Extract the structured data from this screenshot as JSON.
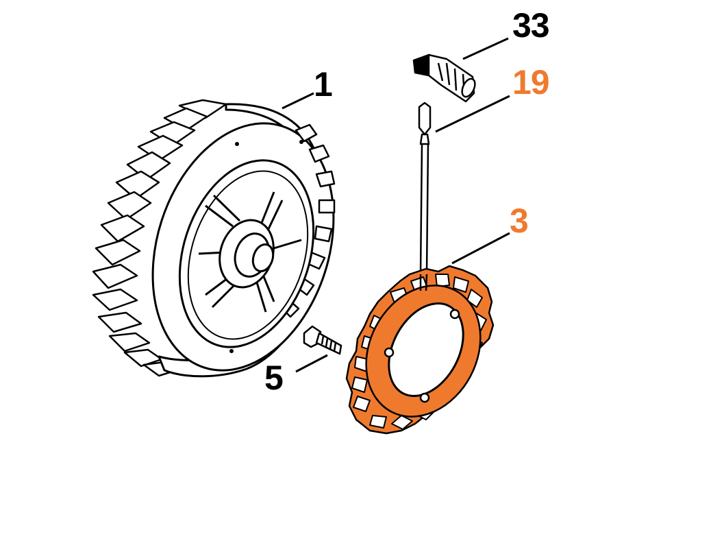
{
  "colors": {
    "line": "#000000",
    "highlight": "#ef7a2e",
    "label_default": "#000000",
    "label_highlight": "#ef7a2e",
    "background": "#ffffff"
  },
  "callouts": {
    "part_33": {
      "label": "33",
      "highlighted": false
    },
    "part_19": {
      "label": "19",
      "highlighted": true
    },
    "part_1": {
      "label": "1",
      "highlighted": false
    },
    "part_3": {
      "label": "3",
      "highlighted": true
    },
    "part_5": {
      "label": "5",
      "highlighted": false
    }
  },
  "parts": [
    {
      "number": "1",
      "depicts": "flywheel-icon"
    },
    {
      "number": "3",
      "depicts": "stator-icon"
    },
    {
      "number": "5",
      "depicts": "screw-icon"
    },
    {
      "number": "19",
      "depicts": "ignition-lead-icon"
    },
    {
      "number": "33",
      "depicts": "spring-sleeve-icon"
    }
  ]
}
